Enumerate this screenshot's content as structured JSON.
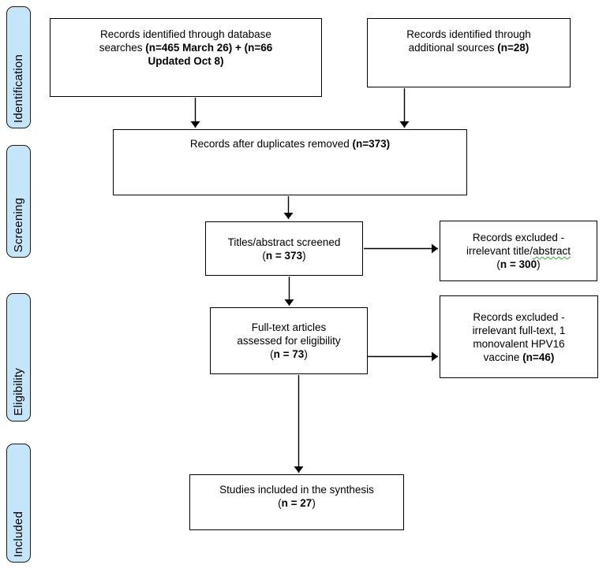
{
  "diagram": {
    "type": "prisma-flow",
    "colors": {
      "stage_fill": "#C5E6FA",
      "stage_border": "#1a1a1a",
      "box_fill": "#FFFFFF",
      "box_border": "#000000",
      "arrow": "#000000",
      "spellcheck_underline": "#3F9B3F"
    },
    "stages": [
      {
        "label": "Identification"
      },
      {
        "label": "Screening"
      },
      {
        "label": "Eligibility"
      },
      {
        "label": "Included"
      }
    ],
    "boxes": [
      {
        "id": "records-database-searches",
        "text": "Records identified through database searches (n=465 March 26) + (n=66 Updated Oct 8)",
        "segments": [
          {
            "text": "Records identified through database"
          },
          {
            "br": true
          },
          {
            "text": "searches "
          },
          {
            "text": "(n=465 March 26) + (n=66",
            "bold": true
          },
          {
            "br": true
          },
          {
            "text": "Updated Oct 8)",
            "bold": true
          }
        ]
      },
      {
        "id": "records-additional-sources",
        "text": "Records identified through additional sources (n=28)",
        "segments": [
          {
            "text": "Records identified through"
          },
          {
            "br": true
          },
          {
            "text": "additional sources "
          },
          {
            "text": "(n=28)",
            "bold": true
          }
        ]
      },
      {
        "id": "records-after-duplicates",
        "text": "Records after duplicates removed (n=373)",
        "segments": [
          {
            "text": "Records after duplicates removed "
          },
          {
            "text": "(n=373)",
            "bold": true
          }
        ]
      },
      {
        "id": "titles-abstract-screened",
        "text": "Titles/abstract screened (n = 373)",
        "segments": [
          {
            "text": "Titles/abstract screened"
          },
          {
            "br": true
          },
          {
            "text": "("
          },
          {
            "text": "n = 373",
            "bold": true
          },
          {
            "text": ")"
          }
        ]
      },
      {
        "id": "records-excluded-title-abstract",
        "text": "Records excluded - irrelevant title/abstract (n = 300)",
        "segments": [
          {
            "text": "Records excluded -"
          },
          {
            "br": true
          },
          {
            "text": "irrelevant title/"
          },
          {
            "text": "abstract",
            "wavy": true
          },
          {
            "br": true
          },
          {
            "text": "("
          },
          {
            "text": "n = 300",
            "bold": true
          },
          {
            "text": ")"
          }
        ]
      },
      {
        "id": "fulltext-assessed",
        "text": "Full-text articles assessed for eligibility (n = 73)",
        "segments": [
          {
            "text": "Full-text articles"
          },
          {
            "br": true
          },
          {
            "text": "assessed for eligibility"
          },
          {
            "br": true
          },
          {
            "text": "("
          },
          {
            "text": "n = 73",
            "bold": true
          },
          {
            "text": ")"
          }
        ]
      },
      {
        "id": "records-excluded-fulltext",
        "text": "Records excluded - irrelevant full-text, 1 monovalent HPV16 vaccine (n=46)",
        "segments": [
          {
            "text": "Records excluded -"
          },
          {
            "br": true
          },
          {
            "text": "irrelevant full-text, 1"
          },
          {
            "br": true
          },
          {
            "text": "monovalent HPV16"
          },
          {
            "br": true
          },
          {
            "text": "vaccine "
          },
          {
            "text": "(n=46)",
            "bold": true
          }
        ]
      },
      {
        "id": "studies-included-synthesis",
        "text": "Studies included in the synthesis (n = 27)",
        "segments": [
          {
            "text": "Studies included in the synthesis"
          },
          {
            "br": true
          },
          {
            "text": "("
          },
          {
            "text": "n = 27",
            "bold": true
          },
          {
            "text": ")"
          }
        ]
      }
    ]
  }
}
